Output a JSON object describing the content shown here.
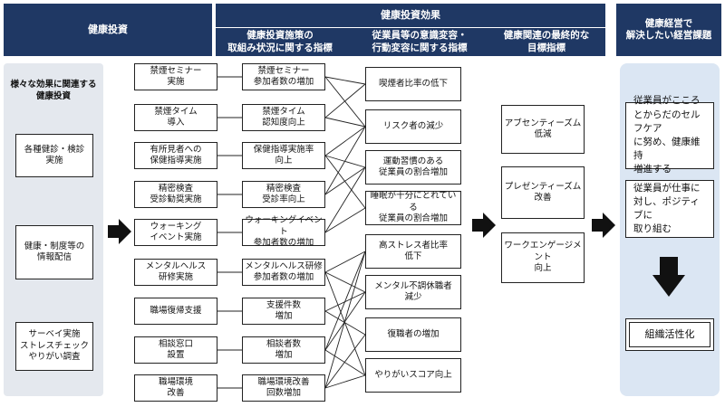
{
  "headers": {
    "kenko_toshi": "健康投資",
    "kenko_toshi_koka": "健康投資効果",
    "keiei_kadai": "健康経営で\n解決したい経営課題"
  },
  "sub_headers": {
    "shisaku": "健康投資施策の\n取組み状況に関する指標",
    "ishiki": "従業員等の意識変容・\n行動変容に関する指標",
    "saishu": "健康関連の最終的な\n目標指標"
  },
  "left_panel_title": "様々な効果に関連する\n健康投資",
  "investments": [
    "各種健診・検診\n実施",
    "健康・制度等の\n情報配信",
    "サーベイ実施\nストレスチェック\nやりがい調査"
  ],
  "measures": [
    "禁煙セミナー\n実施",
    "禁煙タイム\n導入",
    "有所見者への\n保健指導実施",
    "精密検査\n受診勧奨実施",
    "ウォーキング\nイベント実施",
    "メンタルヘルス\n研修実施",
    "職場復帰支援",
    "相談窓口\n設置",
    "職場環境\n改善"
  ],
  "measure_indicators": [
    "禁煙セミナー\n参加者数の増加",
    "禁煙タイム\n認知度向上",
    "保健指導実施率\n向上",
    "精密検査\n受診率向上",
    "ウォーキングイベント\n参加者数の増加",
    "メンタルヘルス研修\n参加者数の増加",
    "支援件数\n増加",
    "相談者数\n増加",
    "職場環境改善\n回数増加"
  ],
  "behavior_indicators": [
    "喫煙者比率の低下",
    "リスク者の減少",
    "運動習慣のある\n従業員の割合増加",
    "睡眠が十分にとれている\n従業員の割合増加",
    "高ストレス者比率\n低下",
    "メンタル不調休職者\n減少",
    "復職者の増加",
    "やりがいスコア向上"
  ],
  "final_indicators": [
    "アブセンティーズム\n低減",
    "プレゼンティーズム\n改善",
    "ワークエンゲージメント\n向上"
  ],
  "issues": [
    "従業員がこころ\nとからだのセルフケア\nに努め、健康維持\n増進する",
    "従業員が仕事に\n対し、ポジティブに\n取り組む"
  ],
  "result": "組織活性化",
  "colors": {
    "navy": "#1f3864",
    "panel_gray": "#e4e8ee",
    "panel_blue": "#dbe6f3"
  },
  "links": [
    [
      0,
      0
    ],
    [
      0,
      1
    ],
    [
      1,
      0
    ],
    [
      1,
      1
    ],
    [
      2,
      1
    ],
    [
      2,
      2
    ],
    [
      2,
      3
    ],
    [
      3,
      1
    ],
    [
      3,
      2
    ],
    [
      4,
      2
    ],
    [
      4,
      3
    ],
    [
      5,
      4
    ],
    [
      5,
      5
    ],
    [
      5,
      7
    ],
    [
      6,
      5
    ],
    [
      6,
      6
    ],
    [
      7,
      4
    ],
    [
      7,
      5
    ],
    [
      7,
      7
    ],
    [
      8,
      4
    ],
    [
      8,
      6
    ],
    [
      8,
      7
    ]
  ]
}
